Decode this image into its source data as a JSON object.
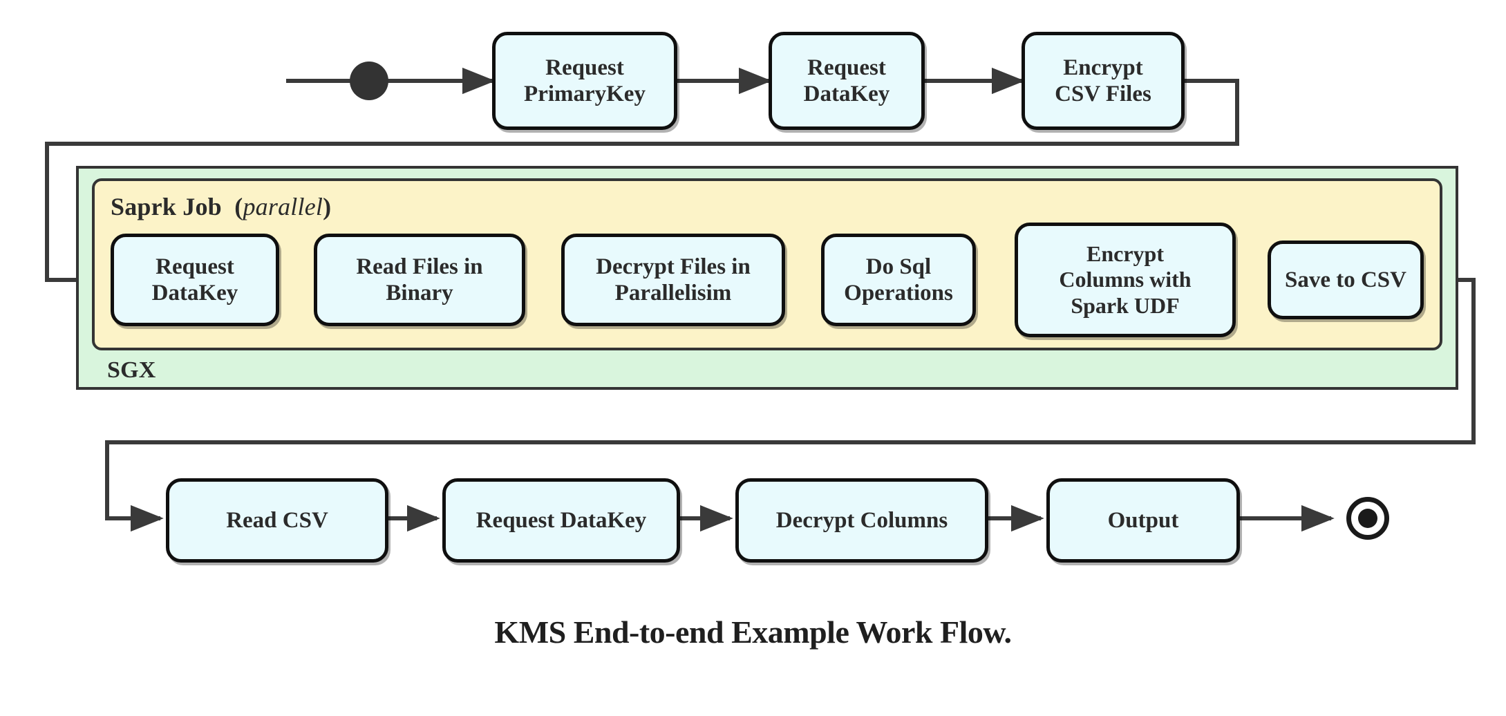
{
  "diagram": {
    "caption": "KMS End-to-end Example Work Flow.",
    "colors": {
      "node_fill": "#e8fafd",
      "node_stroke": "#0f0f0f",
      "sgx_fill": "#d9f5dd",
      "spark_fill": "#fcf3c8",
      "container_stroke": "#343434",
      "edge_stroke": "#3a3a3a",
      "text": "#2b2b2b",
      "background": "#ffffff"
    },
    "containers": [
      {
        "id": "sgx",
        "label": "SGX",
        "label_position": "bottom-left"
      },
      {
        "id": "spark",
        "label_bold": "Saprk Job",
        "label_paren_open": "(",
        "label_italic": "parallel",
        "label_paren_close": ")",
        "label_position": "top-left"
      }
    ],
    "terminals": {
      "start": {
        "name": "initial-state",
        "shape": "filled-circle"
      },
      "end": {
        "name": "final-state",
        "shape": "ring-with-filled-center"
      }
    },
    "rows": {
      "top": {
        "nodes": [
          {
            "id": "request-primarykey",
            "lines": [
              "Request",
              "PrimaryKey"
            ]
          },
          {
            "id": "request-datakey-top",
            "lines": [
              "Request",
              "DataKey"
            ]
          },
          {
            "id": "encrypt-csv-files",
            "lines": [
              "Encrypt",
              "CSV Files"
            ]
          }
        ]
      },
      "spark": {
        "nodes": [
          {
            "id": "request-datakey-spark",
            "lines": [
              "Request",
              "DataKey"
            ]
          },
          {
            "id": "read-files-in-binary",
            "lines": [
              "Read Files in",
              "Binary"
            ]
          },
          {
            "id": "decrypt-files-in-parallelisim",
            "lines": [
              "Decrypt Files in",
              "Parallelisim"
            ]
          },
          {
            "id": "do-sql-operations",
            "lines": [
              "Do Sql",
              "Operations"
            ]
          },
          {
            "id": "encrypt-columns-with-spark-udf",
            "lines": [
              "Encrypt",
              "Columns with",
              "Spark UDF"
            ]
          },
          {
            "id": "save-to-csv",
            "lines": [
              "Save to CSV"
            ]
          }
        ]
      },
      "bottom": {
        "nodes": [
          {
            "id": "read-csv",
            "lines": [
              "Read CSV"
            ]
          },
          {
            "id": "request-datakey-bottom",
            "lines": [
              "Request DataKey"
            ]
          },
          {
            "id": "decrypt-columns",
            "lines": [
              "Decrypt Columns"
            ]
          },
          {
            "id": "output",
            "lines": [
              "Output"
            ]
          }
        ]
      }
    },
    "edges": [
      {
        "from": "initial-state",
        "to": "request-primarykey",
        "style": "straight-arrow"
      },
      {
        "from": "request-primarykey",
        "to": "request-datakey-top",
        "style": "straight-arrow"
      },
      {
        "from": "request-datakey-top",
        "to": "encrypt-csv-files",
        "style": "straight-arrow"
      },
      {
        "from": "encrypt-csv-files",
        "to": "request-datakey-spark",
        "style": "orthogonal-right-down-left-arrow"
      },
      {
        "from": "request-datakey-spark",
        "to": "read-files-in-binary",
        "style": "straight-arrow"
      },
      {
        "from": "read-files-in-binary",
        "to": "decrypt-files-in-parallelisim",
        "style": "straight-arrow"
      },
      {
        "from": "decrypt-files-in-parallelisim",
        "to": "do-sql-operations",
        "style": "straight-arrow"
      },
      {
        "from": "do-sql-operations",
        "to": "encrypt-columns-with-spark-udf",
        "style": "straight-arrow"
      },
      {
        "from": "encrypt-columns-with-spark-udf",
        "to": "save-to-csv",
        "style": "straight-arrow"
      },
      {
        "from": "save-to-csv",
        "to": "read-csv",
        "style": "orthogonal-right-down-left-down-arrow"
      },
      {
        "from": "read-csv",
        "to": "request-datakey-bottom",
        "style": "straight-arrow"
      },
      {
        "from": "request-datakey-bottom",
        "to": "decrypt-columns",
        "style": "straight-arrow"
      },
      {
        "from": "decrypt-columns",
        "to": "output",
        "style": "straight-arrow"
      },
      {
        "from": "output",
        "to": "final-state",
        "style": "straight-arrow"
      }
    ]
  }
}
